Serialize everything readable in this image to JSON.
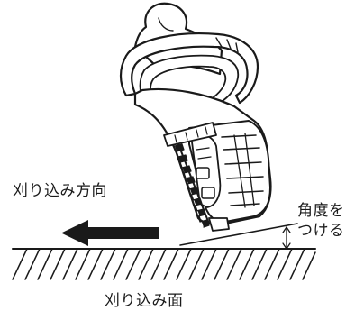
{
  "labels": {
    "cutting_direction": "刈り込み方向",
    "angle_line1": "角度を",
    "angle_line2": "つける",
    "cutting_surface": "刈り込み面"
  },
  "colors": {
    "ink": "#1a1a1a",
    "background": "#ffffff"
  },
  "icons": {
    "arrow": "left-arrow-icon",
    "tool": "hedge-trimmer-illustration",
    "ground": "hatched-ground-surface"
  }
}
